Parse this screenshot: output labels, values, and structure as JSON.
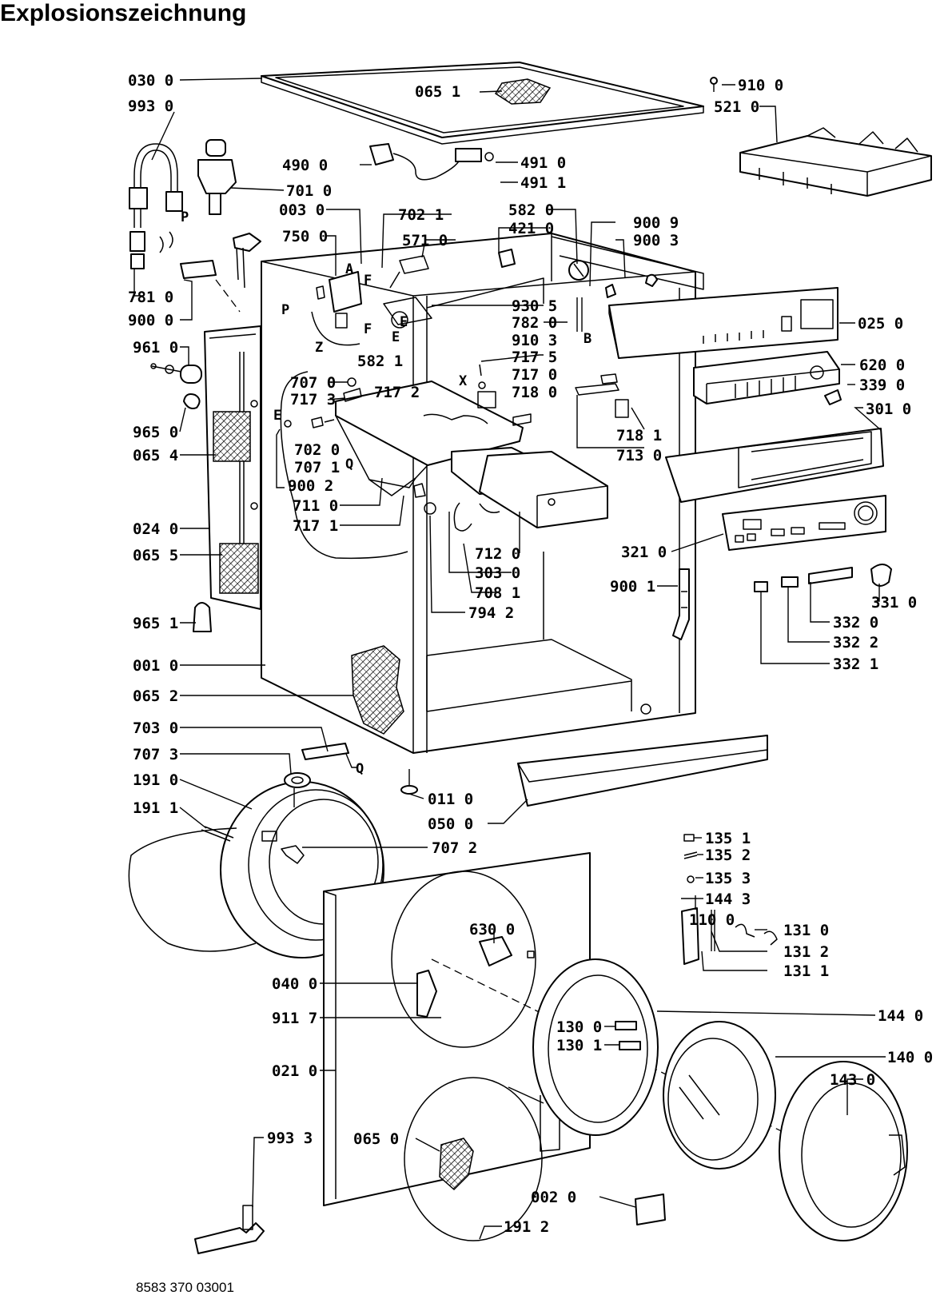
{
  "title": "Explosionszeichnung",
  "doc_number": "8583 370 03001",
  "callouts": [
    {
      "id": "c0300",
      "label": "030 0"
    },
    {
      "id": "c0651",
      "label": "065 1"
    },
    {
      "id": "c9100",
      "label": "910 0"
    },
    {
      "id": "c9930",
      "label": "993 0"
    },
    {
      "id": "c5210",
      "label": "521 0"
    },
    {
      "id": "c4900",
      "label": "490 0"
    },
    {
      "id": "c4910",
      "label": "491 0"
    },
    {
      "id": "c4911",
      "label": "491 1"
    },
    {
      "id": "c7010",
      "label": "701 0"
    },
    {
      "id": "c0030",
      "label": "003 0"
    },
    {
      "id": "c7021",
      "label": "702 1"
    },
    {
      "id": "c5820",
      "label": "582 0"
    },
    {
      "id": "c4210",
      "label": "421 0"
    },
    {
      "id": "c7500",
      "label": "750 0"
    },
    {
      "id": "c5710",
      "label": "571 0"
    },
    {
      "id": "c9009",
      "label": "900 9"
    },
    {
      "id": "c9003",
      "label": "900 3"
    },
    {
      "id": "c7810",
      "label": "781 0"
    },
    {
      "id": "c9000",
      "label": "900 0"
    },
    {
      "id": "c9305",
      "label": "930 5"
    },
    {
      "id": "c7820",
      "label": "782 0"
    },
    {
      "id": "c0250",
      "label": "025 0"
    },
    {
      "id": "c9610",
      "label": "961 0"
    },
    {
      "id": "c5821",
      "label": "582 1"
    },
    {
      "id": "c9103",
      "label": "910 3"
    },
    {
      "id": "c7175",
      "label": "717 5"
    },
    {
      "id": "c6200",
      "label": "620 0"
    },
    {
      "id": "c7070",
      "label": "707 0"
    },
    {
      "id": "c7170",
      "label": "717 0"
    },
    {
      "id": "c7173",
      "label": "717 3"
    },
    {
      "id": "c7172",
      "label": "717 2"
    },
    {
      "id": "c7180",
      "label": "718 0"
    },
    {
      "id": "c3390",
      "label": "339 0"
    },
    {
      "id": "c3010",
      "label": "301 0"
    },
    {
      "id": "c9650",
      "label": "965 0"
    },
    {
      "id": "c0654",
      "label": "065 4"
    },
    {
      "id": "c7020",
      "label": "702 0"
    },
    {
      "id": "c7071",
      "label": "707 1"
    },
    {
      "id": "c7181",
      "label": "718 1"
    },
    {
      "id": "c9002",
      "label": "900 2"
    },
    {
      "id": "c7130",
      "label": "713 0"
    },
    {
      "id": "c7110",
      "label": "711 0"
    },
    {
      "id": "c7171",
      "label": "717 1"
    },
    {
      "id": "c0240",
      "label": "024 0"
    },
    {
      "id": "c0655",
      "label": "065 5"
    },
    {
      "id": "c7120",
      "label": "712 0"
    },
    {
      "id": "c3210",
      "label": "321 0"
    },
    {
      "id": "c3030",
      "label": "303 0"
    },
    {
      "id": "c9001",
      "label": "900 1"
    },
    {
      "id": "c7081",
      "label": "708 1"
    },
    {
      "id": "c3310",
      "label": "331 0"
    },
    {
      "id": "c9651",
      "label": "965 1"
    },
    {
      "id": "c7942",
      "label": "794 2"
    },
    {
      "id": "c3320",
      "label": "332 0"
    },
    {
      "id": "c3322",
      "label": "332 2"
    },
    {
      "id": "c3321",
      "label": "332 1"
    },
    {
      "id": "c0010",
      "label": "001 0"
    },
    {
      "id": "c0652",
      "label": "065 2"
    },
    {
      "id": "c7030",
      "label": "703 0"
    },
    {
      "id": "c7073",
      "label": "707 3"
    },
    {
      "id": "c1910",
      "label": "191 0"
    },
    {
      "id": "c0110",
      "label": "011 0"
    },
    {
      "id": "c1911",
      "label": "191 1"
    },
    {
      "id": "c1351",
      "label": "135 1"
    },
    {
      "id": "c0500",
      "label": "050 0"
    },
    {
      "id": "c1352",
      "label": "135 2"
    },
    {
      "id": "c7072",
      "label": "707 2"
    },
    {
      "id": "c1353",
      "label": "135 3"
    },
    {
      "id": "c1443",
      "label": "144 3"
    },
    {
      "id": "c1100",
      "label": "110 0"
    },
    {
      "id": "c6300",
      "label": "630 0"
    },
    {
      "id": "c1310",
      "label": "131 0"
    },
    {
      "id": "c1312",
      "label": "131 2"
    },
    {
      "id": "c1311",
      "label": "131 1"
    },
    {
      "id": "c0400",
      "label": "040 0"
    },
    {
      "id": "c1440",
      "label": "144 0"
    },
    {
      "id": "c9117",
      "label": "911 7"
    },
    {
      "id": "c1300",
      "label": "130 0"
    },
    {
      "id": "c1301",
      "label": "130 1"
    },
    {
      "id": "c1400",
      "label": "140 0"
    },
    {
      "id": "c0210",
      "label": "021 0"
    },
    {
      "id": "c1430",
      "label": "143 0"
    },
    {
      "id": "c9933",
      "label": "993 3"
    },
    {
      "id": "c0650",
      "label": "065 0"
    },
    {
      "id": "c0020",
      "label": "002 0"
    },
    {
      "id": "c1912",
      "label": "191 2"
    }
  ],
  "letter_markers": {
    "p1": "P",
    "p2": "P",
    "a": "A",
    "f1": "F",
    "f2": "F",
    "e1": "E",
    "e2": "E",
    "z": "Z",
    "b": "B",
    "x": "X",
    "e3": "E",
    "q1": "Q",
    "q2": "Q"
  }
}
